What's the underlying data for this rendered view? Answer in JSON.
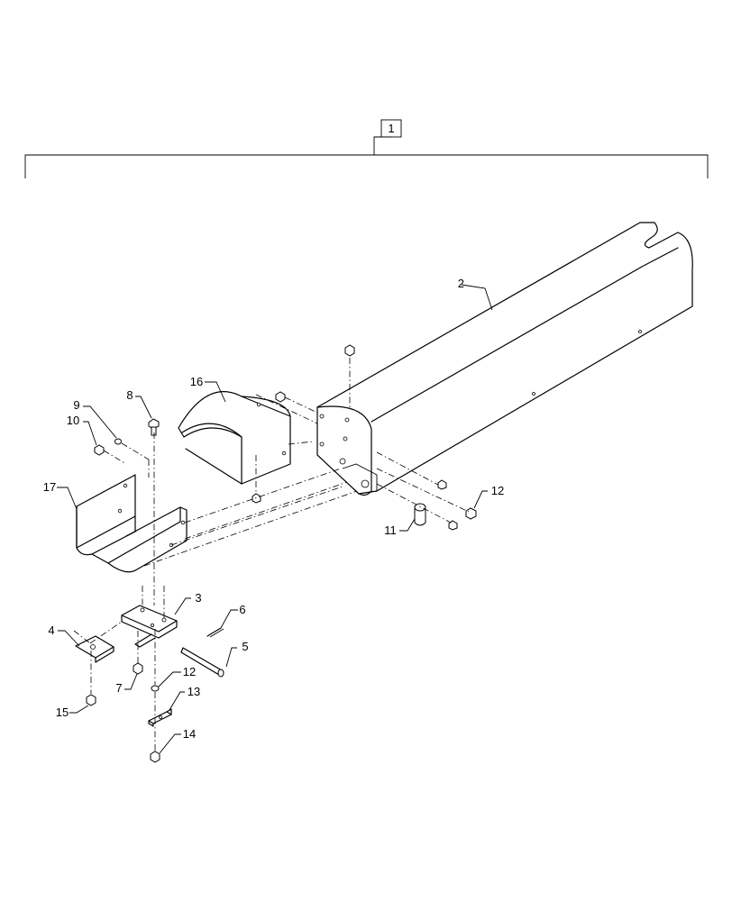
{
  "callouts": {
    "assembly": "1",
    "c2": "2",
    "c3": "3",
    "c4": "4",
    "c5": "5",
    "c6": "6",
    "c7": "7",
    "c8": "8",
    "c9": "9",
    "c10": "10",
    "c11": "11",
    "c12a": "12",
    "c12b": "12",
    "c13": "13",
    "c14": "14",
    "c15": "15",
    "c16": "16",
    "c17": "17"
  }
}
